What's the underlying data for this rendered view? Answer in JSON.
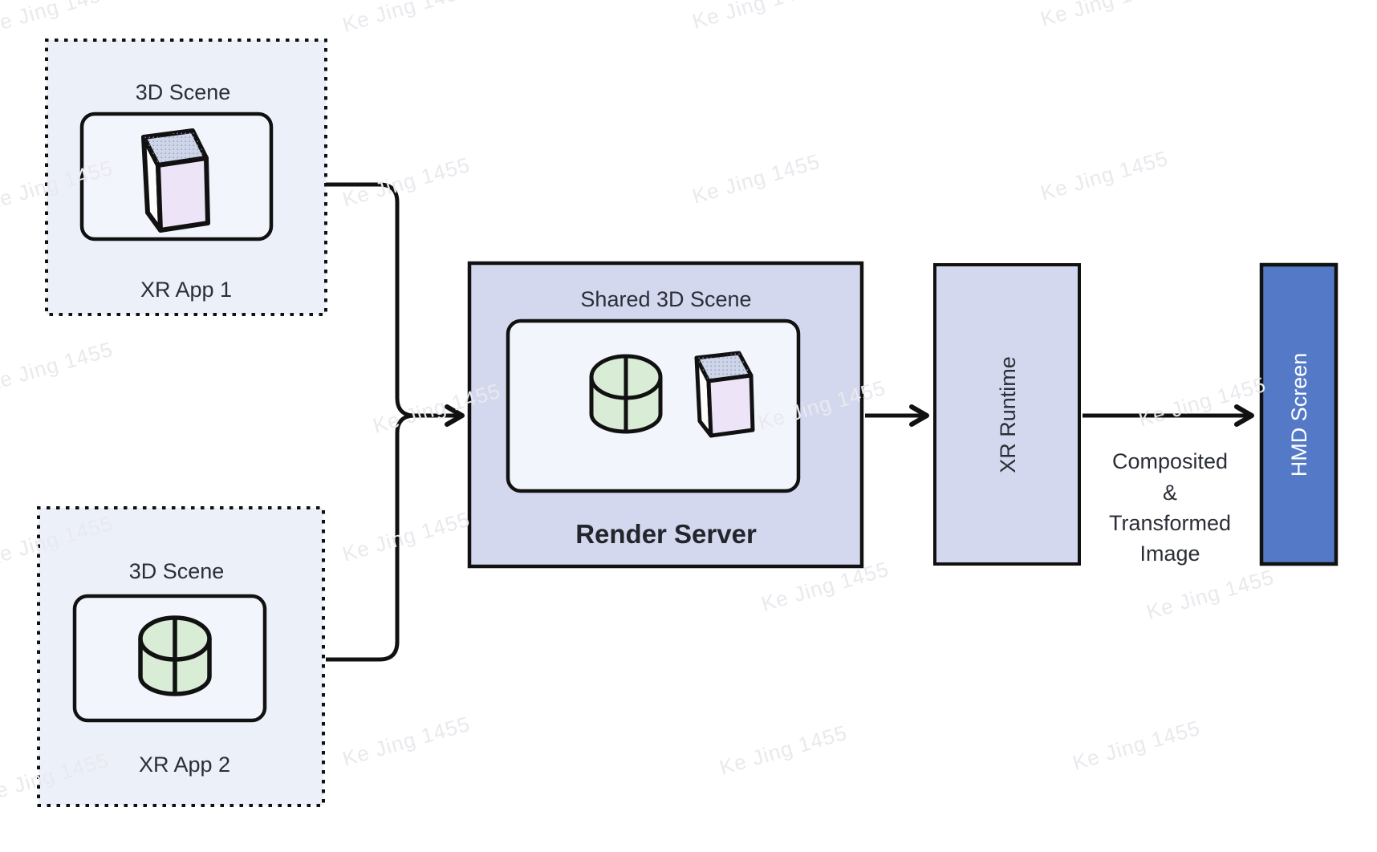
{
  "apps": [
    {
      "scene_label": "3D Scene",
      "name": "XR App 1",
      "shape": "cube-icon"
    },
    {
      "scene_label": "3D Scene",
      "name": "XR App 2",
      "shape": "cylinder-icon"
    }
  ],
  "server": {
    "scene_label": "Shared 3D Scene",
    "title": "Render Server"
  },
  "runtime": {
    "label": "XR Runtime"
  },
  "hmd": {
    "label": "HMD Screen"
  },
  "flow_label": {
    "lines": [
      "Composited",
      "&",
      "Transformed",
      "Image"
    ]
  },
  "watermark": {
    "text": "Ke Jing 1455"
  },
  "colors": {
    "app_box_fill": "#ecf0f9",
    "scene_box_fill": "#f3f5fc",
    "server_fill": "#d4d8ee",
    "runtime_fill": "#d4d8ee",
    "hmd_fill": "#5479c6",
    "cube_front": "#ede5f7",
    "cube_top": "#ced5e9",
    "cube_side": "#fdfdfe",
    "cylinder_fill": "#d9edd6",
    "line": "#111111",
    "text": "#2b2e36",
    "watermark": "#e9e9ee"
  }
}
